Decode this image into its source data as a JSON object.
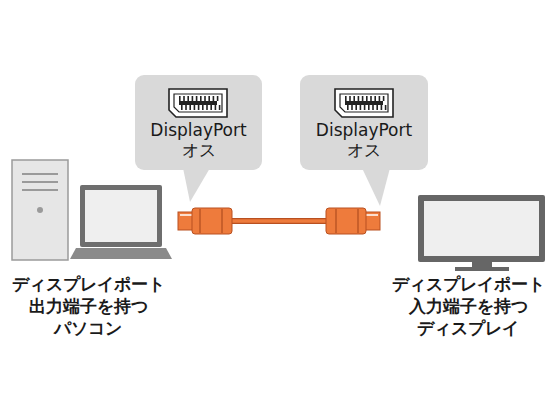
{
  "diagram": {
    "nodes": [
      {
        "text": [
          "DisplayPort",
          "オス"
        ]
      },
      {
        "text": [
          "DisplayPort",
          "オス"
        ]
      }
    ],
    "labels": [
      "ディスプレイポート 出力端子を持つ パソコン",
      "ディスプレイポート 入力端子を持つ ディスプレイ"
    ]
  }
}
